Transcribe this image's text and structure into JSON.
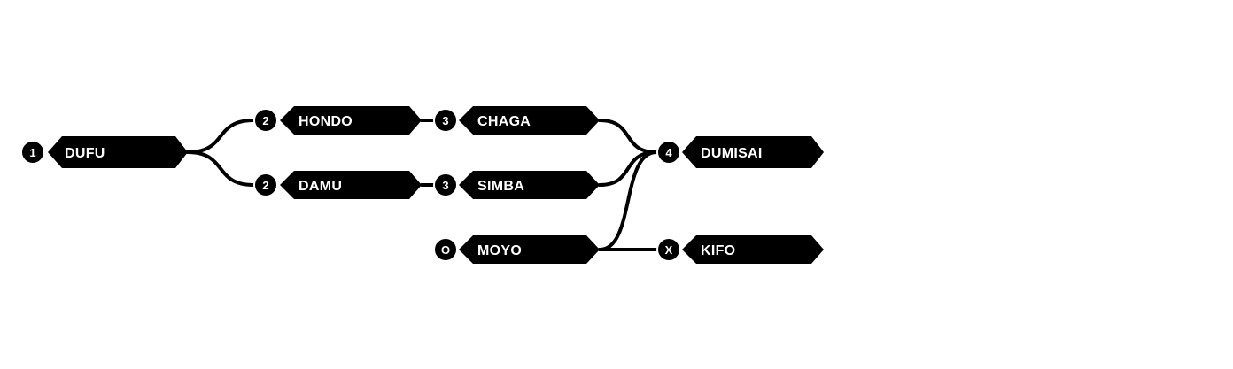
{
  "nodes": [
    {
      "id": "dufu",
      "badge": "1",
      "label": "DUFU"
    },
    {
      "id": "hondo",
      "badge": "2",
      "label": "HONDO"
    },
    {
      "id": "damu",
      "badge": "2",
      "label": "DAMU"
    },
    {
      "id": "chaga",
      "badge": "3",
      "label": "CHAGA"
    },
    {
      "id": "simba",
      "badge": "3",
      "label": "SIMBA"
    },
    {
      "id": "moyo",
      "badge": "O",
      "label": "MOYO"
    },
    {
      "id": "dumisai",
      "badge": "4",
      "label": "DUMISAI"
    },
    {
      "id": "kifo",
      "badge": "X",
      "label": "KIFO"
    }
  ],
  "edges": [
    {
      "from": "dufu",
      "to": "hondo"
    },
    {
      "from": "dufu",
      "to": "damu"
    },
    {
      "from": "hondo",
      "to": "chaga"
    },
    {
      "from": "damu",
      "to": "simba"
    },
    {
      "from": "chaga",
      "to": "dumisai"
    },
    {
      "from": "simba",
      "to": "dumisai"
    },
    {
      "from": "moyo",
      "to": "dumisai"
    },
    {
      "from": "moyo",
      "to": "kifo"
    }
  ],
  "colors": {
    "node_fill": "#000000",
    "node_text": "#ffffff",
    "edge": "#000000",
    "background": "#ffffff"
  }
}
